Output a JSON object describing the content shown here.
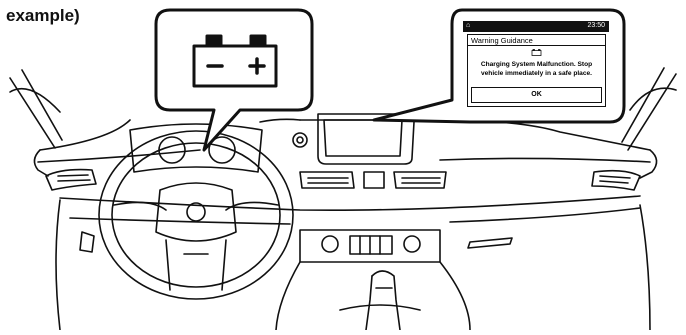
{
  "caption": "example)",
  "screen": {
    "clock": "23:50",
    "home_icon": "⌂",
    "dialog_title": "Warning Guidance",
    "message_line1": "Charging System Malfunction. Stop",
    "message_line2": "vehicle immediately in a safe place.",
    "ok_label": "OK"
  },
  "warning_light": {
    "icon": "battery-icon",
    "minus": "−",
    "plus": "+"
  }
}
